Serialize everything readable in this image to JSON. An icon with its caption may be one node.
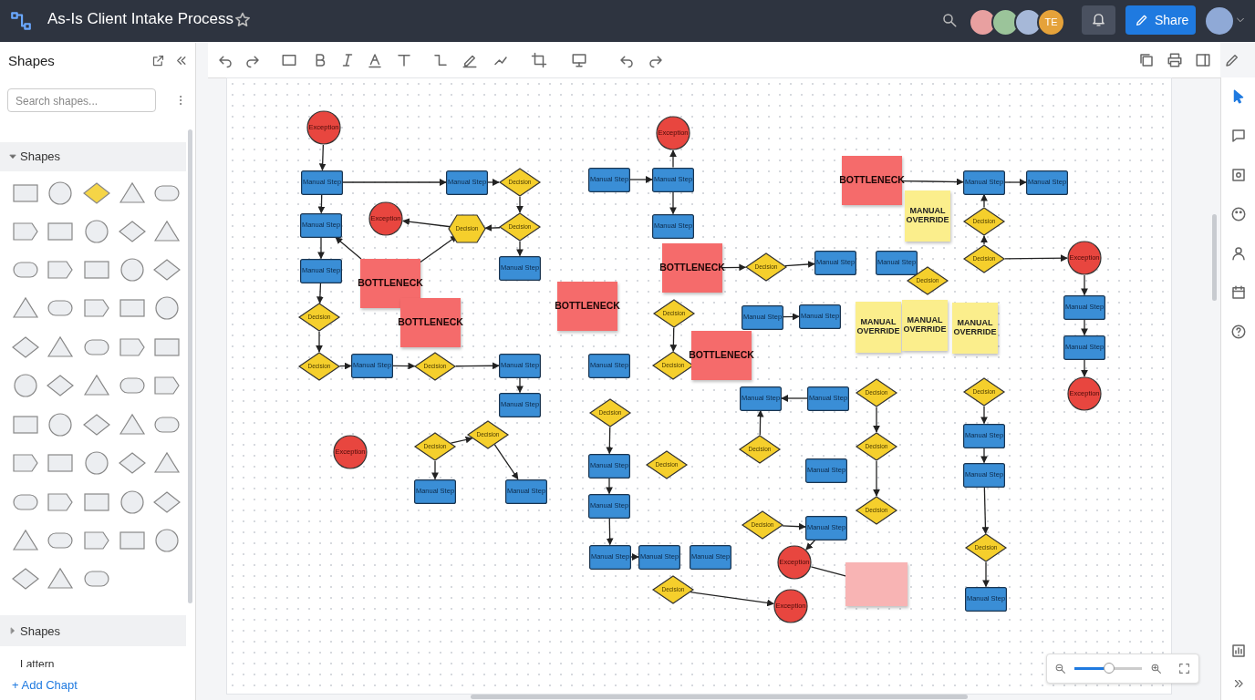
{
  "diagram": {
    "title": "As-Is Client Intake Process",
    "nodes": [
      {
        "text": [
          "Exception"
        ]
      },
      {
        "text": [
          "Manual Step"
        ]
      },
      {
        "text": [
          "Manual Step"
        ]
      },
      {
        "text": [
          "Manual Step"
        ]
      },
      {
        "text": [
          "Decision"
        ]
      },
      {
        "text": [
          "Decision"
        ]
      },
      {
        "text": [
          "Manual Step"
        ]
      },
      {
        "text": [
          "Manual Step"
        ]
      },
      {
        "text": [
          "Decision"
        ]
      },
      {
        "text": [
          "Exception"
        ]
      },
      {
        "text": [
          "Decision"
        ]
      },
      {
        "text": [
          "Decision"
        ]
      },
      {
        "text": [
          "Manual Step"
        ]
      },
      {
        "text": [
          "BOTTLENECK"
        ]
      },
      {
        "text": [
          "BOTTLENECK"
        ]
      },
      {
        "text": [
          "Decision"
        ]
      },
      {
        "text": [
          "Manual Step"
        ]
      },
      {
        "text": [
          "Manual Step"
        ]
      },
      {
        "text": [
          "Exception"
        ]
      },
      {
        "text": [
          "Decision"
        ]
      },
      {
        "text": [
          "Decision"
        ]
      },
      {
        "text": [
          "Manual Step"
        ]
      },
      {
        "text": [
          "Manual Step"
        ]
      },
      {
        "text": [
          "Exception"
        ]
      },
      {
        "text": [
          "Manual Step"
        ]
      },
      {
        "text": [
          "Manual Step"
        ]
      },
      {
        "text": [
          "Manual Step"
        ]
      },
      {
        "text": [
          "BOTTLENECK"
        ]
      },
      {
        "text": [
          "BOTTLENECK"
        ]
      },
      {
        "text": [
          "Decision"
        ]
      },
      {
        "text": [
          "Manual Step"
        ]
      },
      {
        "text": [
          "Decision"
        ]
      },
      {
        "text": [
          "Manual Step"
        ]
      },
      {
        "text": [
          "Decision"
        ]
      },
      {
        "text": [
          "BOTTLENECK"
        ]
      },
      {
        "text": [
          "Manual Step"
        ]
      },
      {
        "text": [
          "Manual Step"
        ]
      },
      {
        "text": [
          "BOTTLENECK"
        ]
      },
      {
        "text": [
          "MANUAL OVERRIDE"
        ]
      },
      {
        "text": [
          "Manual Step"
        ]
      },
      {
        "text": [
          "Manual Step"
        ]
      },
      {
        "text": [
          "Decision"
        ]
      },
      {
        "text": [
          "Decision"
        ]
      },
      {
        "text": [
          "Exception"
        ]
      },
      {
        "text": [
          "Manual Step"
        ]
      },
      {
        "text": [
          "Decision"
        ]
      },
      {
        "text": [
          "MANUAL OVERRIDE"
        ]
      },
      {
        "text": [
          "MANUAL OVERRIDE"
        ]
      },
      {
        "text": [
          "MANUAL OVERRIDE"
        ]
      },
      {
        "text": [
          "Manual Step"
        ]
      },
      {
        "text": [
          "Manual Step"
        ]
      },
      {
        "text": [
          "Exception"
        ]
      },
      {
        "text": [
          "Decision"
        ]
      },
      {
        "text": [
          "Manual Step"
        ]
      },
      {
        "text": [
          "Manual Step"
        ]
      },
      {
        "text": [
          "Decision"
        ]
      },
      {
        "text": [
          "Decision"
        ]
      },
      {
        "text": [
          "Decision"
        ]
      },
      {
        "text": [
          "Decision"
        ]
      },
      {
        "text": [
          "Manual Step"
        ]
      },
      {
        "text": [
          "Manual Step"
        ]
      },
      {
        "text": [
          "Decision"
        ]
      },
      {
        "text": [
          "Manual Step"
        ]
      },
      {
        "text": [
          "Manual Step"
        ]
      },
      {
        "text": [
          "Manual Step"
        ]
      },
      {
        "text": [
          "Decision"
        ]
      },
      {
        "text": [
          "Decision"
        ]
      },
      {
        "text": [
          "Manual Step"
        ]
      },
      {
        "text": [
          "Decision"
        ]
      },
      {
        "text": [
          "Manual Step"
        ]
      },
      {
        "text": [
          "Manual Step"
        ]
      },
      {
        "text": [
          "Manual Step"
        ]
      },
      {
        "text": [
          "Exception"
        ]
      },
      {
        "text": [
          "Decision"
        ]
      },
      {
        "text": [
          "Exception"
        ]
      },
      {
        "text": [
          "Manual Step"
        ]
      },
      {
        "text": [],
        "shape": "box"
      }
    ],
    "edges": [
      {
        "from": 0,
        "to": 1,
        "arrow": "to"
      },
      {
        "from": 1,
        "to": 2,
        "arrow": "to"
      },
      {
        "from": 2,
        "to": 3,
        "arrow": "to"
      },
      {
        "from": 3,
        "to": 4,
        "arrow": "to"
      },
      {
        "from": 4,
        "to": 5,
        "arrow": "to"
      },
      {
        "from": 5,
        "to": 6,
        "arrow": "to"
      },
      {
        "from": 6,
        "to": 15,
        "arrow": "to"
      },
      {
        "from": 15,
        "to": 16,
        "arrow": "to"
      },
      {
        "from": 1,
        "to": 7,
        "arrow": "to"
      },
      {
        "from": 7,
        "to": 8,
        "arrow": "to"
      },
      {
        "from": 8,
        "to": 11,
        "arrow": "to"
      },
      {
        "from": 11,
        "to": 10,
        "arrow": "to"
      },
      {
        "from": 10,
        "to": 9,
        "arrow": "to"
      },
      {
        "from": 11,
        "to": 12,
        "arrow": "to"
      },
      {
        "from": 13,
        "to": 2,
        "arrow": "to"
      },
      {
        "from": 13,
        "to": 10,
        "arrow": "to"
      },
      {
        "from": 16,
        "to": 17,
        "arrow": "to"
      },
      {
        "from": 19,
        "to": 21,
        "arrow": "to"
      },
      {
        "from": 19,
        "to": 20,
        "arrow": "to"
      },
      {
        "from": 20,
        "to": 22,
        "arrow": "to"
      },
      {
        "from": 24,
        "to": 25,
        "arrow": "to"
      },
      {
        "from": 25,
        "to": 23,
        "arrow": "to"
      },
      {
        "from": 25,
        "to": 26,
        "arrow": "to"
      },
      {
        "from": 28,
        "to": 29,
        "arrow": "to"
      },
      {
        "from": 29,
        "to": 30,
        "arrow": "to"
      },
      {
        "from": 31,
        "to": 33,
        "arrow": "to"
      },
      {
        "from": 35,
        "to": 36,
        "arrow": "to"
      },
      {
        "from": 37,
        "to": 39,
        "arrow": "to"
      },
      {
        "from": 39,
        "to": 40,
        "arrow": "to"
      },
      {
        "from": 41,
        "to": 39,
        "arrow": "to"
      },
      {
        "from": 42,
        "to": 41,
        "arrow": "to"
      },
      {
        "from": 42,
        "to": 43,
        "arrow": "to"
      },
      {
        "from": 43,
        "to": 49,
        "arrow": "to"
      },
      {
        "from": 49,
        "to": 50,
        "arrow": "to"
      },
      {
        "from": 50,
        "to": 51,
        "arrow": "to"
      },
      {
        "from": 54,
        "to": 53,
        "arrow": "to"
      },
      {
        "from": 57,
        "to": 53,
        "arrow": "to"
      },
      {
        "from": 52,
        "to": 60,
        "arrow": "to"
      },
      {
        "from": 60,
        "to": 64,
        "arrow": "to"
      },
      {
        "from": 64,
        "to": 69,
        "arrow": "to"
      },
      {
        "from": 69,
        "to": 70,
        "arrow": "to"
      },
      {
        "from": 66,
        "to": 67,
        "arrow": "to"
      },
      {
        "from": 56,
        "to": 59,
        "arrow": "to"
      },
      {
        "from": 59,
        "to": 63,
        "arrow": "to"
      },
      {
        "from": 63,
        "to": 68,
        "arrow": "to"
      },
      {
        "from": 68,
        "to": 75,
        "arrow": "to"
      },
      {
        "from": 55,
        "to": 58,
        "arrow": "to"
      },
      {
        "from": 58,
        "to": 65,
        "arrow": "to"
      },
      {
        "from": 73,
        "to": 74,
        "arrow": "to"
      },
      {
        "from": 67,
        "to": 72,
        "arrow": "to"
      },
      {
        "from": 72,
        "to": 76,
        "arrow": "none"
      }
    ],
    "labels": [
      "TE",
      "Share",
      "Shapes",
      "Search shapes...",
      "Shapes",
      "Shapes",
      "Lattern",
      "+ Add Chapt"
    ]
  }
}
